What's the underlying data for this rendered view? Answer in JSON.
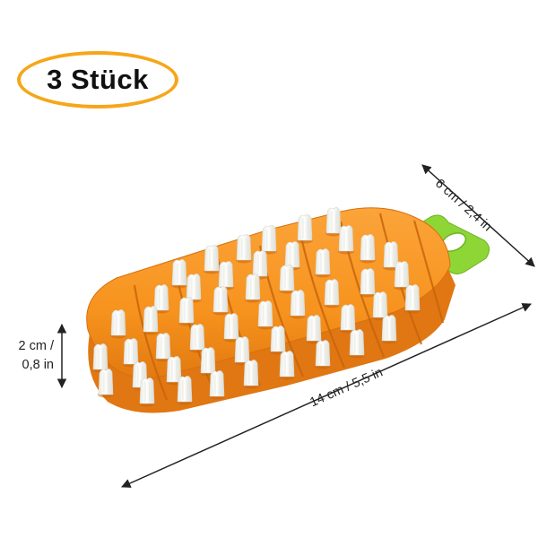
{
  "badge": {
    "label": "3 Stück"
  },
  "dimensions": {
    "width": "6 cm / 2,4 in",
    "length": "14 cm / 5,5 in",
    "height_line1": "2 cm /",
    "height_line2": "0,8 in"
  },
  "colors": {
    "badge_border": "#F6A619",
    "body_orange": "#F7931E",
    "body_shadow": "#E07712",
    "handle_green": "#8DD636",
    "bristle_white": "#FBFBF5",
    "arrow": "#222222"
  }
}
